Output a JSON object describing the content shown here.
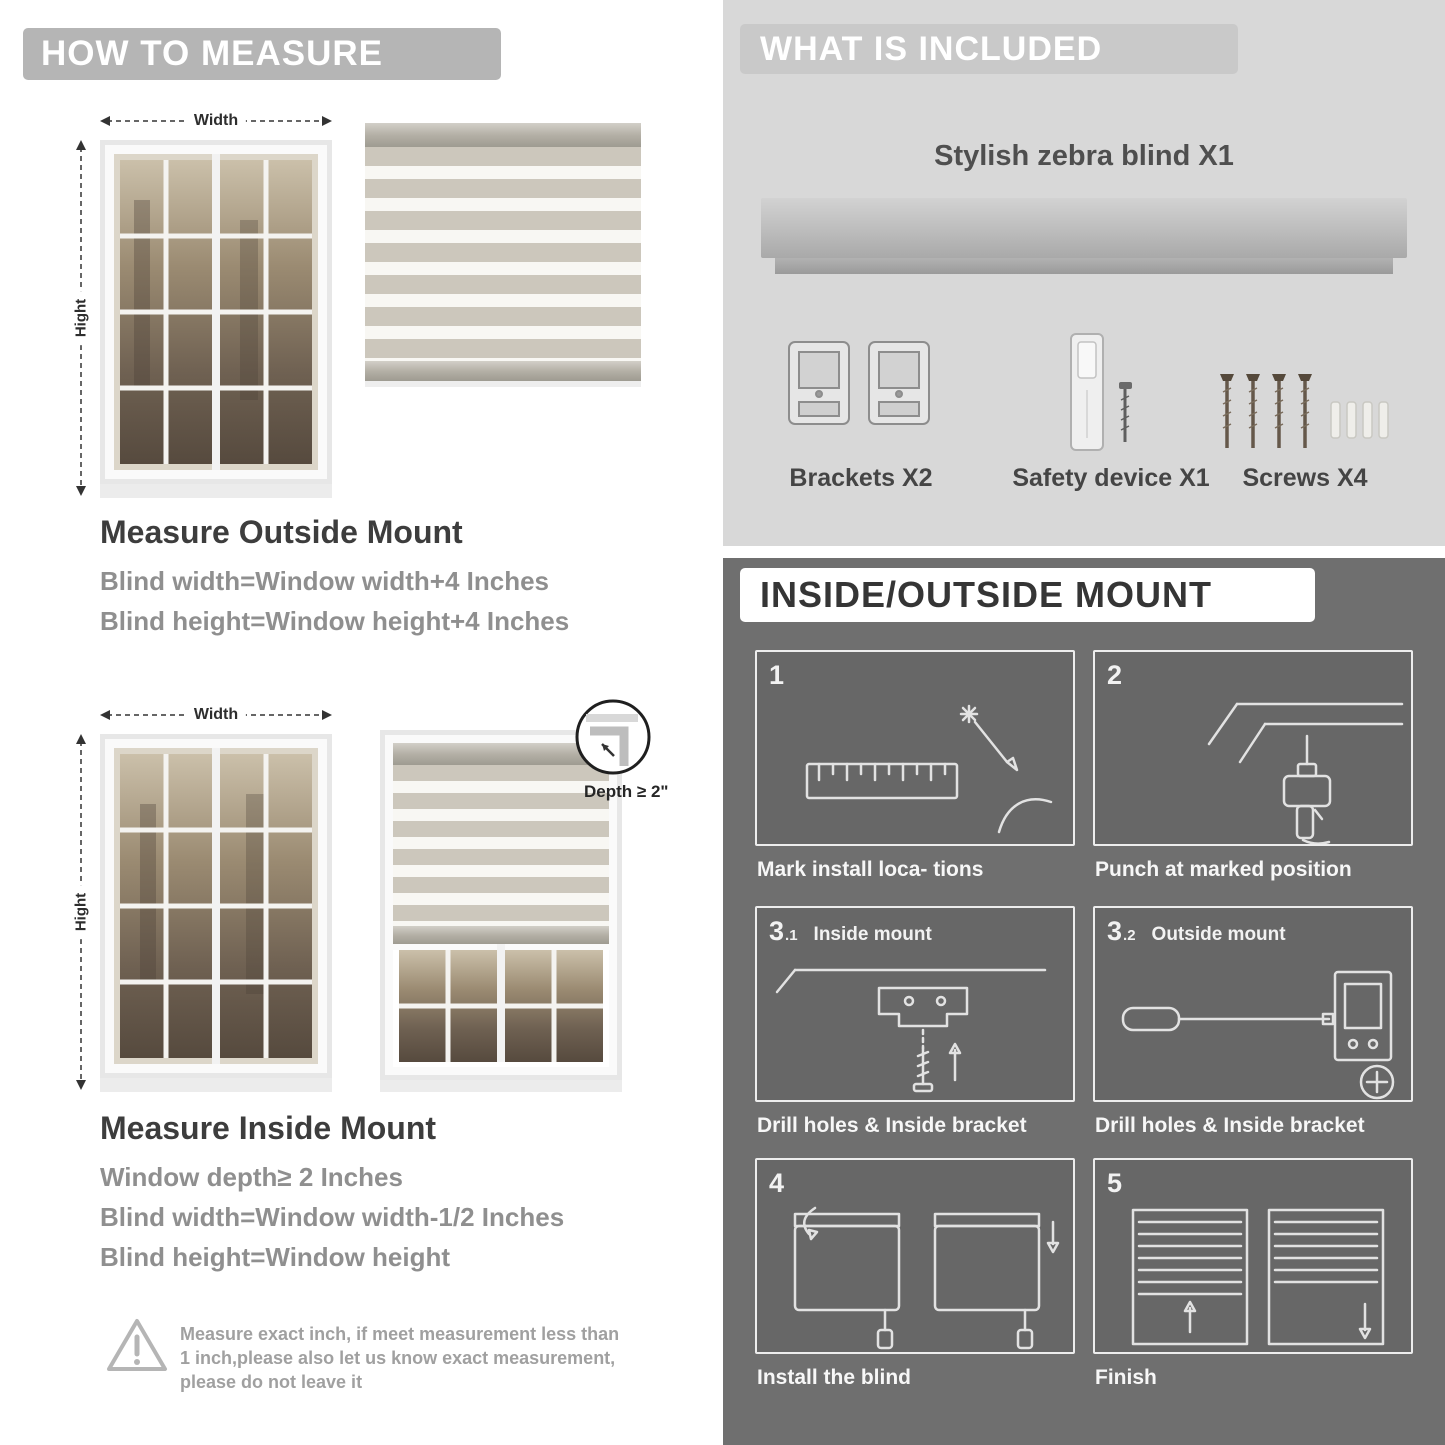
{
  "left": {
    "header": "HOW TO MEASURE",
    "outside": {
      "width_label": "Width",
      "height_label": "Hight",
      "title": "Measure Outside Mount",
      "rule1": "Blind width=Window width+4 Inches",
      "rule2": "Blind height=Window height+4 Inches"
    },
    "inside": {
      "width_label": "Width",
      "height_label": "Hight",
      "depth_label": "Depth ≥ 2\"",
      "title": "Measure Inside Mount",
      "rule1": "Window depth≥ 2 Inches",
      "rule2": "Blind width=Window width-1/2 Inches",
      "rule3": "Blind height=Window height"
    },
    "note": "Measure exact inch, if meet measurement less than 1 inch,please also let us know exact measurement, please do not leave it"
  },
  "included": {
    "header": "WHAT IS INCLUDED",
    "product_title": "Stylish zebra blind X1",
    "items": [
      {
        "label": "Brackets X2"
      },
      {
        "label": "Safety device X1"
      },
      {
        "label": "Screws X4"
      }
    ]
  },
  "mount": {
    "header": "INSIDE/OUTSIDE MOUNT",
    "steps": [
      {
        "num": "1",
        "sub": "",
        "label": "",
        "caption": "Mark install loca- tions"
      },
      {
        "num": "2",
        "sub": "",
        "label": "",
        "caption": "Punch at marked position"
      },
      {
        "num": "3",
        "sub": ".1",
        "label": "Inside mount",
        "caption": "Drill holes & Inside bracket"
      },
      {
        "num": "3",
        "sub": ".2",
        "label": "Outside mount",
        "caption": "Drill holes & Inside bracket"
      },
      {
        "num": "4",
        "sub": "",
        "label": "",
        "caption": "Install the blind"
      },
      {
        "num": "5",
        "sub": "",
        "label": "",
        "caption": "Finish"
      }
    ]
  }
}
